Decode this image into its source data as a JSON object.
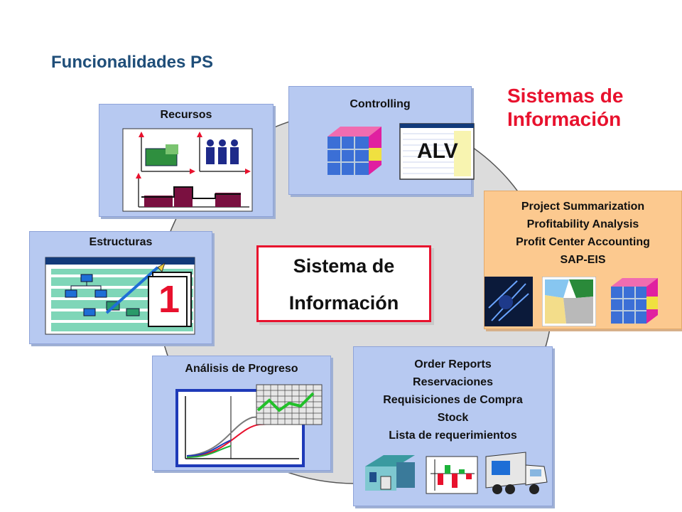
{
  "title": "Funcionalidades PS",
  "sistemas_title_line1": "Sistemas de",
  "sistemas_title_line2": "Información",
  "center": {
    "line1": "Sistema de",
    "line2": "Información"
  },
  "cards": {
    "recursos": {
      "label": "Recursos"
    },
    "controlling": {
      "label": "Controlling",
      "alv_label": "ALV"
    },
    "estructuras": {
      "label": "Estructuras",
      "calendar_number": "1"
    },
    "analisis": {
      "label": "Análisis de Progreso"
    },
    "project": {
      "lines": [
        "Project Summarization",
        "Profitability Analysis",
        "Profit Center Accounting",
        "SAP-EIS"
      ]
    },
    "order": {
      "lines": [
        "Order Reports",
        "Reservaciones",
        "Requisiciones de Compra",
        "Stock",
        "Lista de requerimientos"
      ]
    }
  },
  "colors": {
    "title": "#1f4e79",
    "accent_red": "#e8112d",
    "card_blue": "#b7c9f1",
    "card_orange": "#fcc98f"
  }
}
